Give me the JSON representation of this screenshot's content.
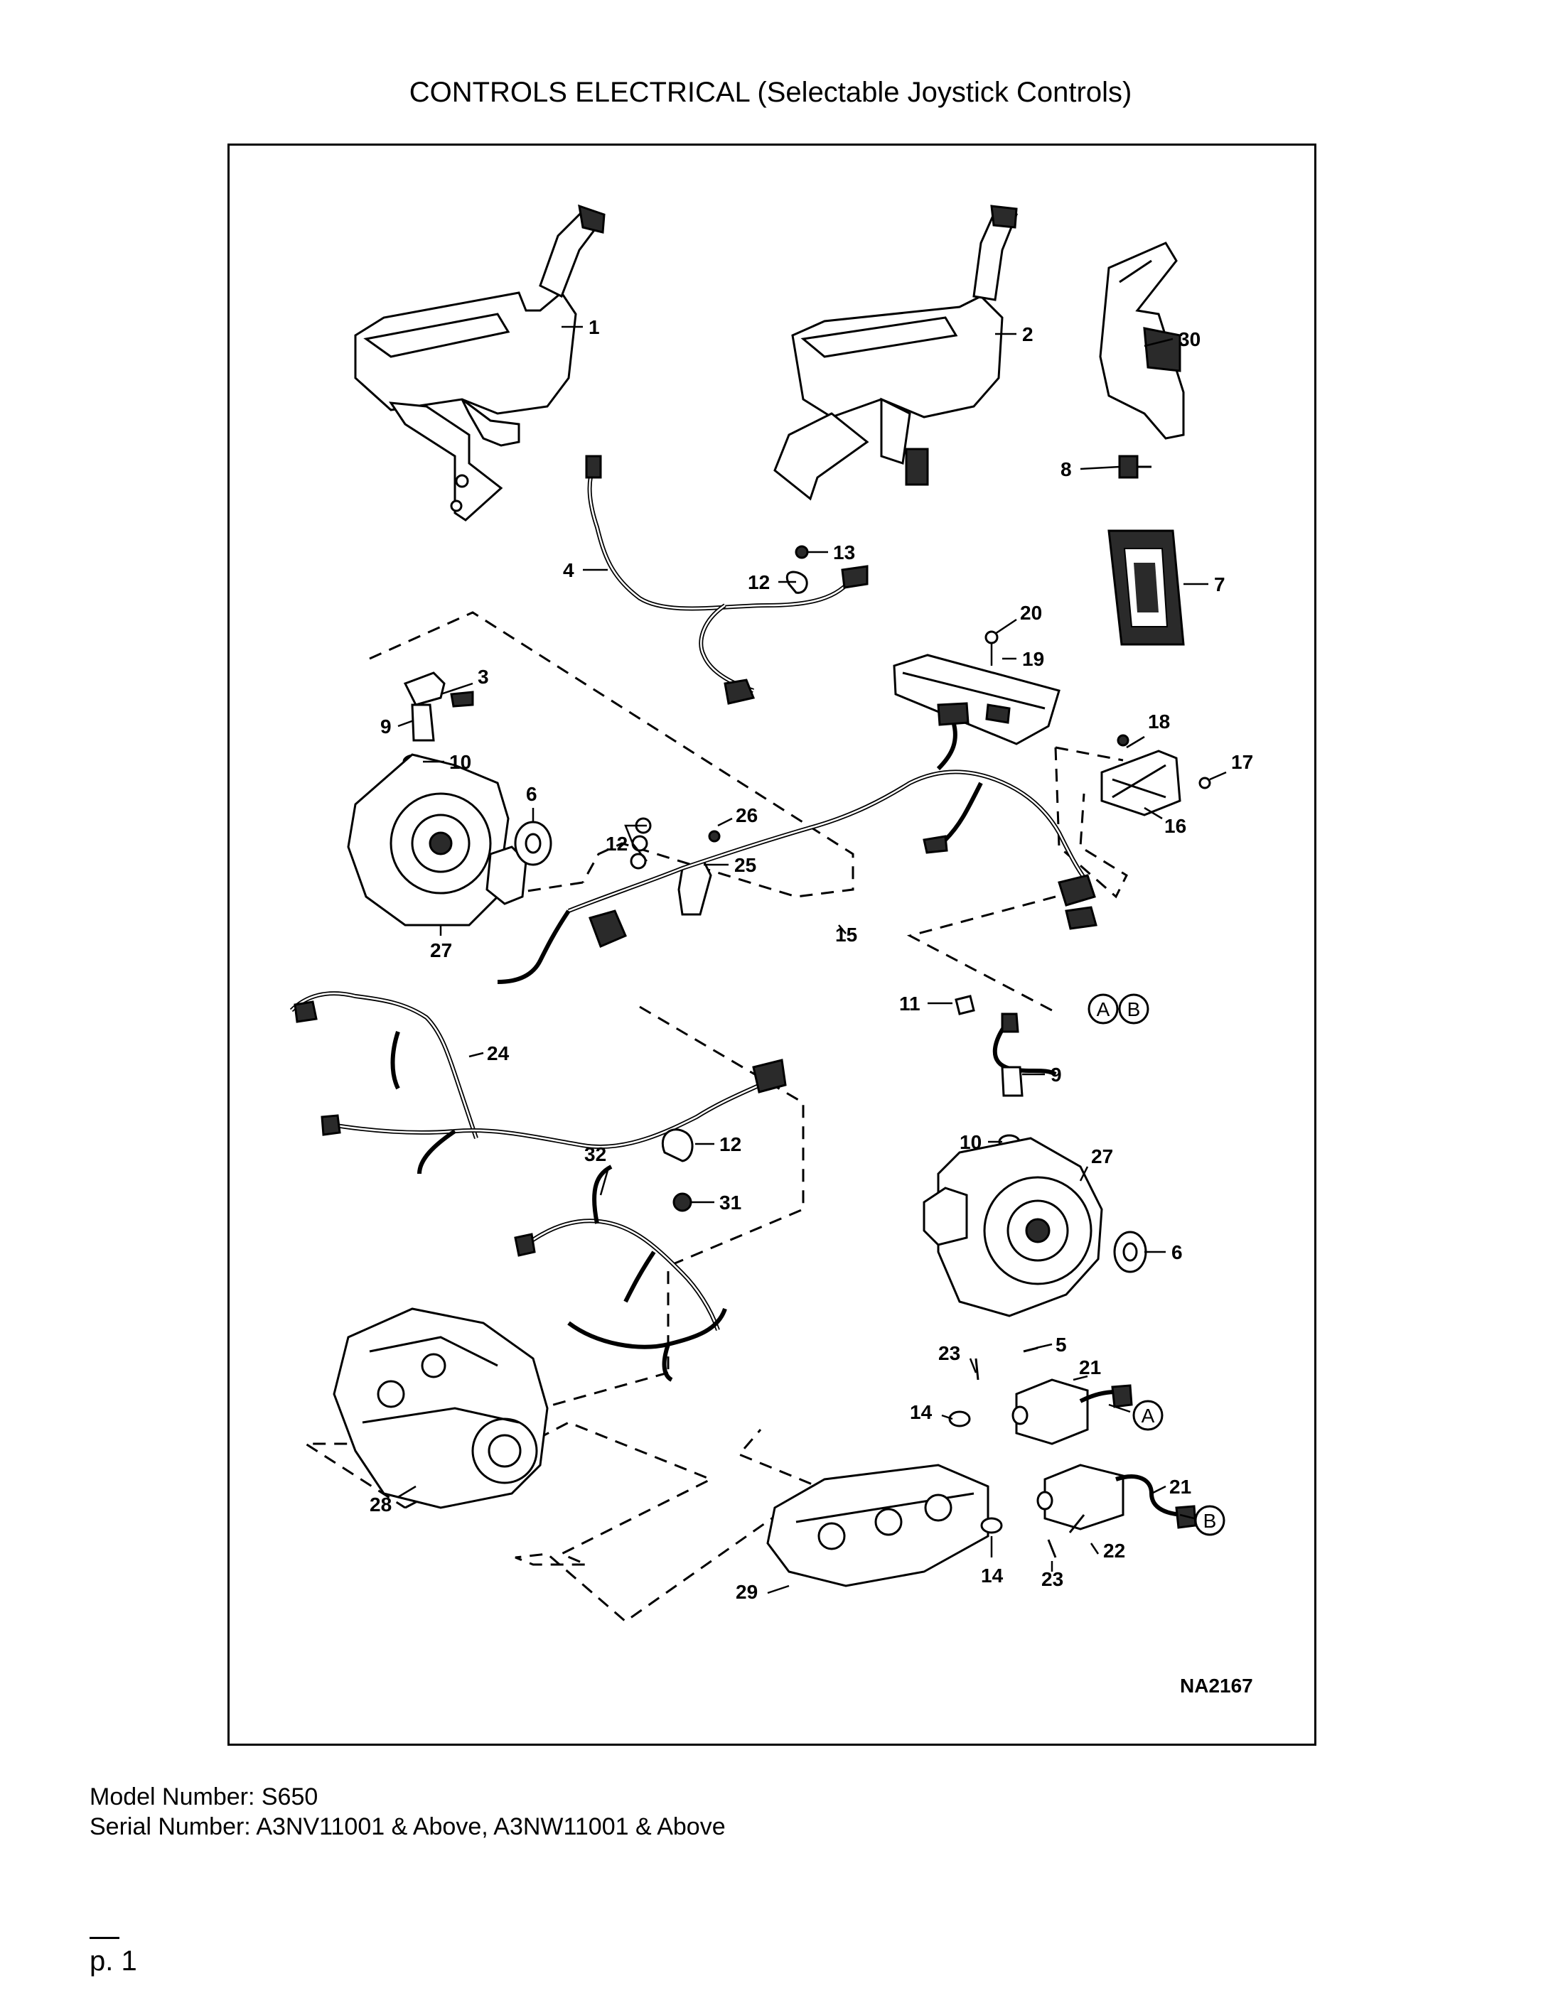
{
  "title": "CONTROLS ELECTRICAL (Selectable Joystick Controls)",
  "drawing_code": "NA2167",
  "callouts": {
    "c1": "1",
    "c2": "2",
    "c3": "3",
    "c4": "4",
    "c5": "5",
    "c6a": "6",
    "c6b": "6",
    "c7": "7",
    "c8": "8",
    "c9a": "9",
    "c9b": "9",
    "c10a": "10",
    "c10b": "10",
    "c11": "11",
    "c12a": "12",
    "c12b": "12",
    "c12c": "12",
    "c13": "13",
    "c14a": "14",
    "c14b": "14",
    "c15": "15",
    "c16": "16",
    "c17": "17",
    "c18": "18",
    "c19": "19",
    "c20": "20",
    "c21a": "21",
    "c21b": "21",
    "c22": "22",
    "c23a": "23",
    "c23b": "23",
    "c24": "24",
    "c25": "25",
    "c26": "26",
    "c27a": "27",
    "c27b": "27",
    "c28": "28",
    "c29": "29",
    "c30": "30",
    "c31": "31",
    "c32": "32"
  },
  "connectors": {
    "a1": "A",
    "b1": "B",
    "a2": "A",
    "b2": "B"
  },
  "model_line": "Model Number: S650",
  "serial_line": "Serial Number: A3NV11001 & Above, A3NW11001 & Above",
  "page_label": "p. 1"
}
